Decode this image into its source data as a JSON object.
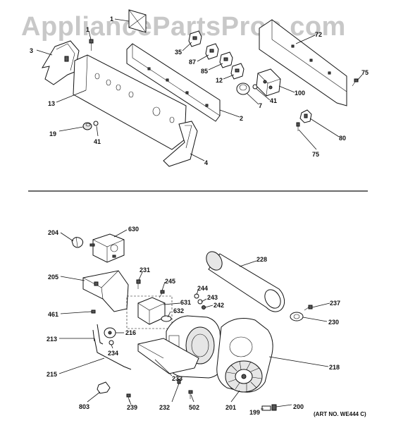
{
  "watermark": "AppliancePartsPros.com",
  "art_number": "(ART NO. WE444 C)",
  "callouts": {
    "c1": "1",
    "c1b": "1",
    "c3": "3",
    "c13": "13",
    "c19": "19",
    "c41a": "41",
    "c2": "2",
    "c4": "4",
    "c35": "35",
    "c87": "87",
    "c85": "85",
    "c12": "12",
    "c7": "7",
    "c41b": "41",
    "c100": "100",
    "c72": "72",
    "c75a": "75",
    "c80": "80",
    "c75b": "75",
    "c204": "204",
    "c630": "630",
    "c205": "205",
    "c231": "231",
    "c245": "245",
    "c228": "228",
    "c461": "461",
    "c631": "631",
    "c632": "632",
    "c244": "244",
    "c243": "243",
    "c242": "242",
    "c237": "237",
    "c230": "230",
    "c213": "213",
    "c216": "216",
    "c234": "234",
    "c215": "215",
    "c233": "233",
    "c218": "218",
    "c803": "803",
    "c239": "239",
    "c232": "232",
    "c502": "502",
    "c201": "201",
    "c199": "199",
    "c200": "200"
  }
}
